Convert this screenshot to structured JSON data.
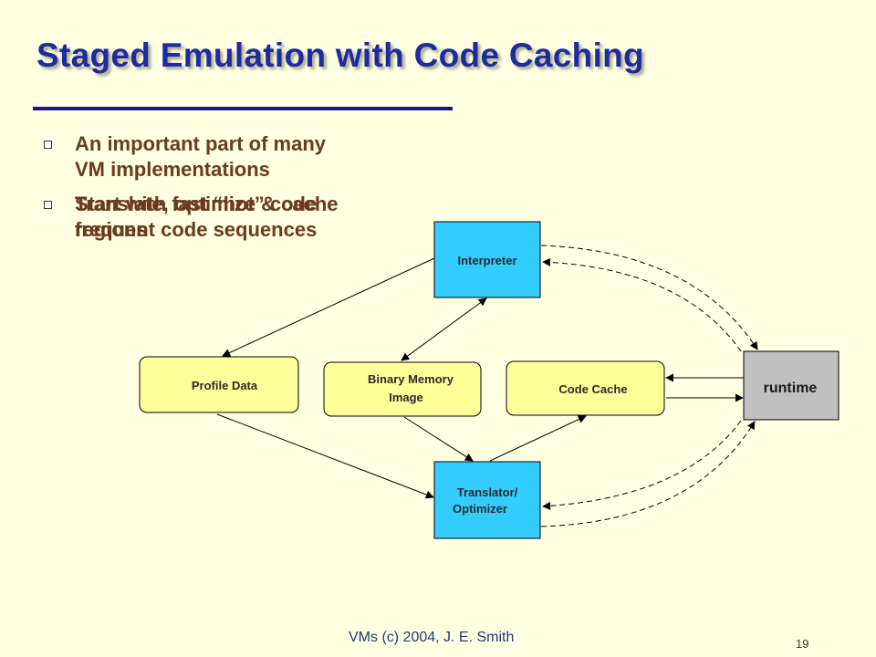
{
  "title": "Staged Emulation with Code Caching",
  "bullets": [
    {
      "lines": [
        "An important part of many",
        "VM implementations"
      ]
    },
    {
      "lines": [
        "Translate, optimize & cache",
        "frequent code sequences"
      ]
    },
    {
      "lines": [
        "Start with fast “hot” code",
        "regions"
      ]
    }
  ],
  "diagram": {
    "interpreter": "Interpreter",
    "profile_data": "Profile Data",
    "binary_memory_image": [
      "Binary Memory",
      "Image"
    ],
    "code_cache": "Code Cache",
    "translator_optimizer": [
      "Translator/",
      "Optimizer"
    ],
    "runtime": "runtime"
  },
  "colors": {
    "title": "#1E2B9E",
    "bullet_text": "#6B3A1F",
    "cyan_box": "#33CCFF",
    "yellow_box": "#FFFF99",
    "runtime_box": "#C0C0C0",
    "background": "#FFFFE2"
  },
  "footer": "VMs (c) 2004, J. E. Smith",
  "page_number": "19"
}
